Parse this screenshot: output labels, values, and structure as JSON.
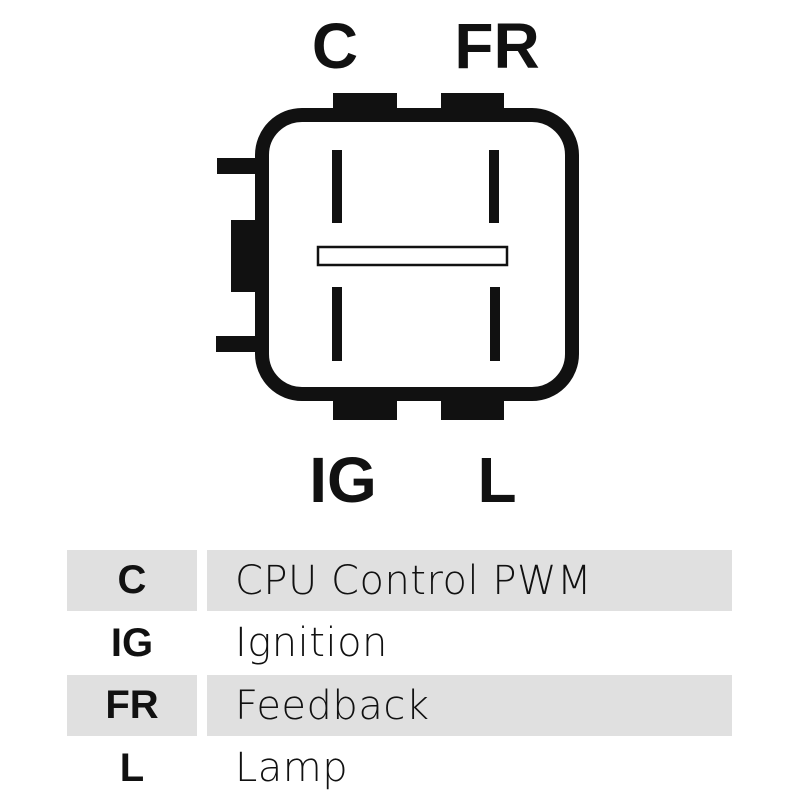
{
  "connector": {
    "top_labels": [
      "C",
      "FR"
    ],
    "bottom_labels": [
      "IG",
      "L"
    ],
    "outline_color": "#111111"
  },
  "legend": {
    "rows": [
      {
        "code": "C",
        "description": "CPU Control PWM",
        "shaded": true
      },
      {
        "code": "IG",
        "description": "Ignition",
        "shaded": false
      },
      {
        "code": "FR",
        "description": "Feedback",
        "shaded": true
      },
      {
        "code": "L",
        "description": "Lamp",
        "shaded": false
      }
    ],
    "shade_color": "#e0e0e0"
  }
}
